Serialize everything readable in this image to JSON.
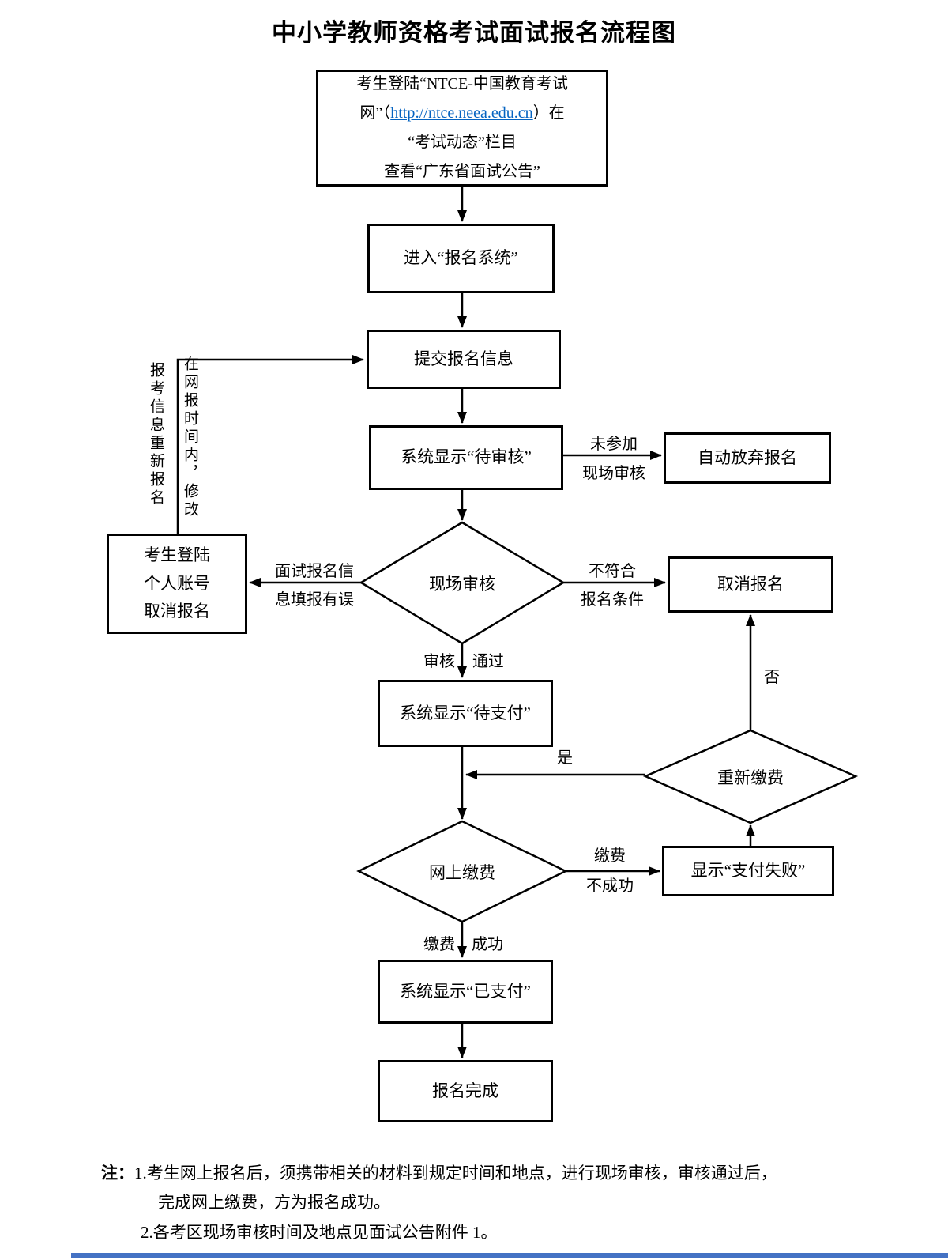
{
  "title": "中小学教师资格考试面试报名流程图",
  "nodes": {
    "login_info": {
      "line1": "考生登陆“NTCE-中国教育考试",
      "line2_prefix": "网”（",
      "line2_link": "http://ntce.neea.edu.cn",
      "line2_suffix": "）在",
      "line3": "“考试动态”栏目",
      "line4": "查看“广东省面试公告”"
    },
    "enter_system": "进入“报名系统”",
    "submit_info": "提交报名信息",
    "pending_review": "系统显示“待审核”",
    "auto_abandon": "自动放弃报名",
    "onsite_review": "现场审核",
    "cancel_personal": {
      "line1": "考生登陆",
      "line2": "个人账号",
      "line3": "取消报名"
    },
    "cancel_registration": "取消报名",
    "pending_payment": "系统显示“待支付”",
    "repay": "重新缴费",
    "online_payment": "网上缴费",
    "payment_failed": "显示“支付失败”",
    "paid": "系统显示“已支付”",
    "complete": "报名完成"
  },
  "edge_labels": {
    "not_attend_line1": "未参加",
    "not_attend_line2": "现场审核",
    "info_error_line1": "面试报名信",
    "info_error_line2": "息填报有误",
    "not_qualified_line1": "不符合",
    "not_qualified_line2": "报名条件",
    "review_pass_left": "审核",
    "review_pass_right": "通过",
    "yes": "是",
    "no": "否",
    "pay_fail_line1": "缴费",
    "pay_fail_line2": "不成功",
    "pay_success_left": "缴费",
    "pay_success_right": "成功",
    "reregister_col1": "报考信息重新报名",
    "reregister_col2": "在网报时间内，修改"
  },
  "notes": {
    "prefix": "注：",
    "line1": "1.考生网上报名后，须携带相关的材料到规定时间和地点，进行现场审核，审核通过后，",
    "line2": "完成网上缴费，方为报名成功。",
    "line3": "2.各考区现场审核时间及地点见面试公告附件 1。"
  },
  "colors": {
    "link": "#0563c1",
    "line": "#000000",
    "bottom_bar": "#4472c4"
  }
}
